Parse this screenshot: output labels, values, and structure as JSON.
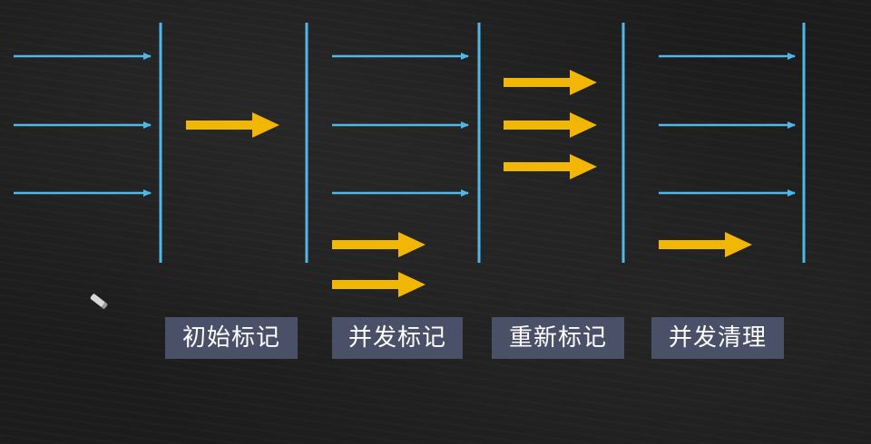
{
  "phases": [
    {
      "label": "初始标记"
    },
    {
      "label": "并发标记"
    },
    {
      "label": "重新标记"
    },
    {
      "label": "并发清理"
    }
  ],
  "colors": {
    "thread_line": "#4fb8e6",
    "gc_arrow": "#f2b705",
    "label_bg": "#4a5068",
    "label_text": "#ffffff",
    "background": "#1c1c1c"
  },
  "icons": [
    "pencil-icon"
  ]
}
